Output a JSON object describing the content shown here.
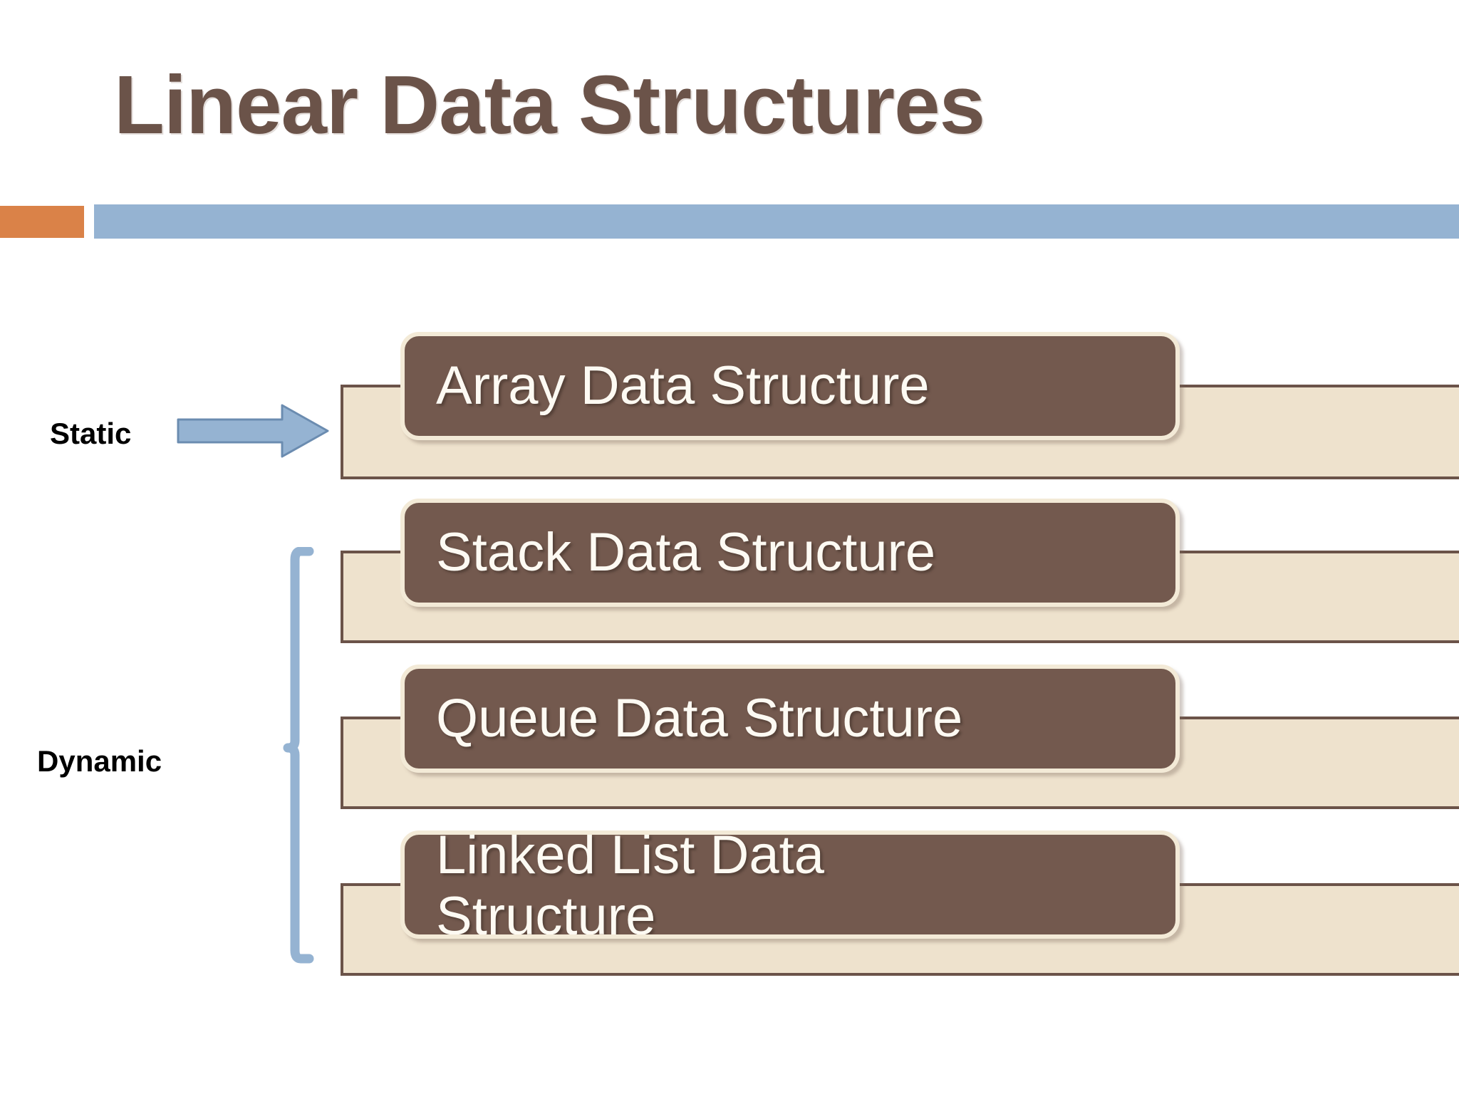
{
  "slide": {
    "title": "Linear Data Structures",
    "title_color": "#6b5349",
    "background_color": "#ffffff",
    "divider": {
      "orange_color": "#da8248",
      "blue_color": "#95b3d2"
    },
    "theme": {
      "box_fill": "#73594e",
      "box_border": "#f3ead7",
      "bar_fill": "#eee2cd",
      "bar_border": "#6b5349",
      "box_text_color": "#fdfaf3",
      "connector_color": "#95b3d2"
    }
  },
  "categories": [
    {
      "label": "Static",
      "connector": "arrow"
    },
    {
      "label": "Dynamic",
      "connector": "brace"
    }
  ],
  "items": [
    {
      "label": "Array Data Structure",
      "category": "Static",
      "wrapped": false
    },
    {
      "label": "Stack Data Structure",
      "category": "Dynamic",
      "wrapped": false
    },
    {
      "label": "Queue Data Structure",
      "category": "Dynamic",
      "wrapped": false
    },
    {
      "label": "Linked List Data\nStructure",
      "category": "Dynamic",
      "wrapped": true
    }
  ]
}
